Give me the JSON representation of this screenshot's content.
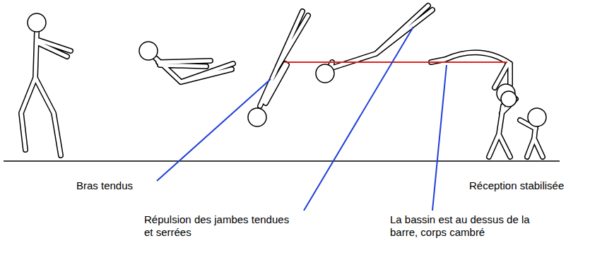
{
  "diagram": {
    "labels": [
      "Bras tendus",
      "Répulsion des jambes tendues et serrées",
      "La bassin est au dessus de la barre, corps cambré",
      "Réception stabilisée"
    ]
  }
}
